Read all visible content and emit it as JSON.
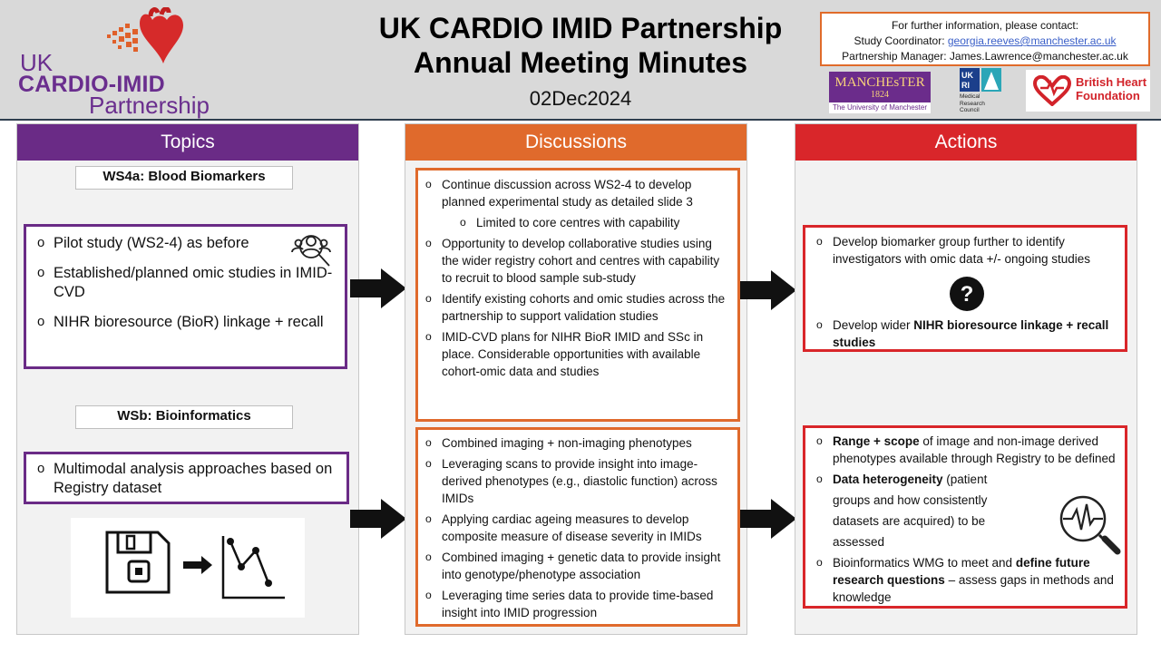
{
  "header": {
    "logo": {
      "line1": "UK",
      "line2": "CARDIO-IMID",
      "line3": "Partnership"
    },
    "title_line1": "UK CARDIO IMID Partnership",
    "title_line2": "Annual Meeting Minutes",
    "date": "02Dec2024",
    "contact": {
      "line1": "For further information, please contact:",
      "coordinator_label": "Study Coordinator: ",
      "coordinator_email": "georgia.reeves@manchester.ac.uk",
      "manager_label": "Partnership Manager: ",
      "manager_email": "James.Lawrence@manchester.ac.uk"
    },
    "logos": {
      "manchester": {
        "name": "MANCHEsTER",
        "year": "1824",
        "sub": "The University of Manchester"
      },
      "mrc": {
        "line1": "Medical",
        "line2": "Research",
        "line3": "Council"
      },
      "bhf": {
        "line1": "British Heart",
        "line2": "Foundation"
      }
    }
  },
  "colors": {
    "topics": "#6a2b86",
    "discussions": "#e06a2c",
    "actions": "#d9262a"
  },
  "topics": {
    "heading": "Topics",
    "ws4a_label": "WS4a: Blood Biomarkers",
    "ws4a_items": [
      "Pilot study (WS2-4) as before",
      "Established/planned omic studies in IMID-CVD",
      "NIHR bioresource (BioR) linkage + recall"
    ],
    "wsb_label": "WSb: Bioinformatics",
    "wsb_items": [
      "Multimodal analysis approaches based on Registry dataset"
    ],
    "icons": [
      "people-search-icon",
      "floppy-disk-icon",
      "line-graph-icon"
    ]
  },
  "discussions": {
    "heading": "Discussions",
    "box1": [
      "Continue discussion across WS2-4 to develop planned experimental study as detailed slide 3",
      "Limited to core centres with capability",
      "Opportunity to develop collaborative studies using the wider registry cohort and centres with capability to recruit to blood sample sub-study",
      "Identify existing cohorts and omic studies across the partnership to support validation studies",
      "IMID-CVD plans for NIHR BioR IMID and SSc in place. Considerable opportunities with available cohort-omic data and studies"
    ],
    "box2": [
      "Combined imaging + non-imaging phenotypes",
      "Leveraging scans to provide insight into image-derived phenotypes (e.g., diastolic function) across IMIDs",
      "Applying cardiac ageing measures to develop composite measure of disease severity in IMIDs",
      "Combined imaging + genetic data to provide insight into genotype/phenotype association",
      "Leveraging time series data to provide time-based insight into IMID progression"
    ]
  },
  "actions": {
    "heading": "Actions",
    "box1": {
      "item1": "Develop biomarker group further to identify investigators with omic data +/- ongoing studies",
      "item2_pre": "Develop wider ",
      "item2_bold": "NIHR bioresource linkage + recall studies"
    },
    "box2": {
      "item1_bold": "Range + scope",
      "item1_rest": " of image and non-image derived phenotypes available through Registry to be defined",
      "item2_bold": "Data heterogeneity",
      "item2_rest": " (patient groups and how consistently datasets are acquired) to be assessed",
      "item3_pre": "Bioinformatics WMG to meet and ",
      "item3_bold": "define future research questions",
      "item3_rest": " – assess gaps in methods and knowledge"
    },
    "icons": [
      "question-mark-icon",
      "heartbeat-search-icon"
    ]
  }
}
